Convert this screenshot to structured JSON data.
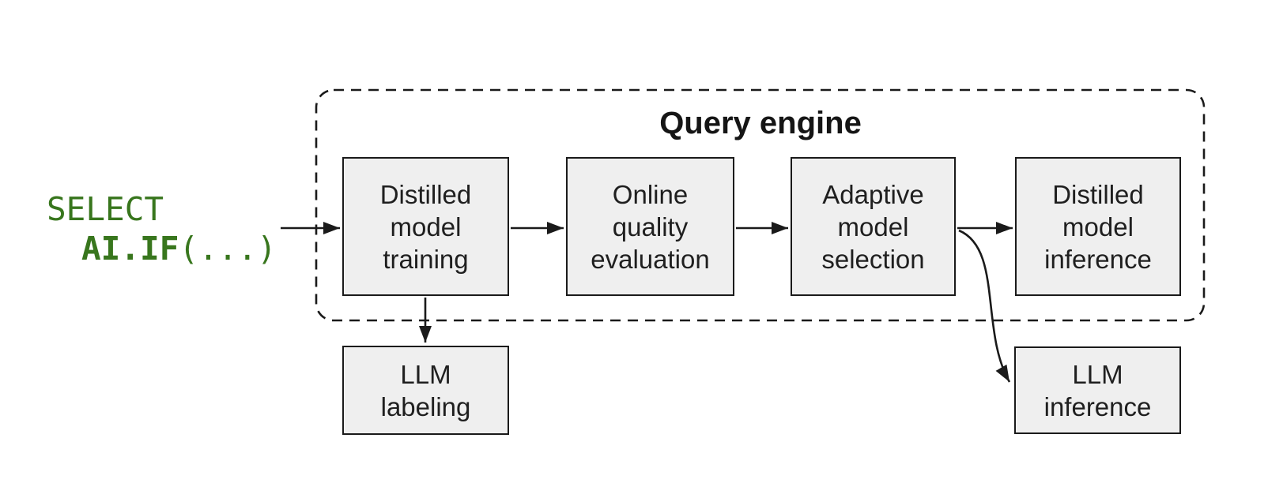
{
  "diagram": {
    "sql_query": {
      "keyword": "SELECT",
      "function": "AI.IF",
      "arguments": "(...)",
      "color": "#38761d"
    },
    "query_engine": {
      "title": "Query engine",
      "boxes": [
        {
          "label": "Distilled\nmodel\ntraining"
        },
        {
          "label": "Online\nquality\nevaluation"
        },
        {
          "label": "Adaptive\nmodel\nselection"
        },
        {
          "label": "Distilled\nmodel\ninference"
        }
      ]
    },
    "external_boxes": [
      {
        "label": "LLM\nlabeling"
      },
      {
        "label": "LLM\ninference"
      }
    ],
    "colors": {
      "background": "#ffffff",
      "box_fill": "#efefef",
      "box_border": "#1a1a1a",
      "arrow": "#1a1a1a",
      "sql_text": "#38761d",
      "label_text": "#1f1f1f"
    }
  }
}
